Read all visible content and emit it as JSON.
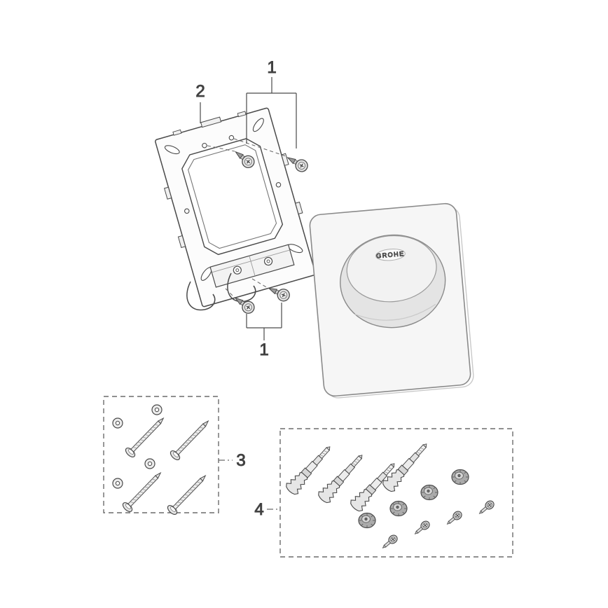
{
  "callouts": {
    "one_top": "1",
    "one_bottom": "1",
    "two": "2",
    "three": "3",
    "four": "4"
  },
  "plate": {
    "brand": "GROHE"
  },
  "colors": {
    "line": "#4a4a4a",
    "dashed_line": "#6b6b6b",
    "plate_fill": "#f6f6f6",
    "button_fill": "#e4e4e4",
    "button_top_fill": "#f2f2f2",
    "metal_light": "#e8e8e8",
    "metal_dark": "#aaaaaa",
    "label_text": "#3a3a3a",
    "background": "#ffffff"
  }
}
